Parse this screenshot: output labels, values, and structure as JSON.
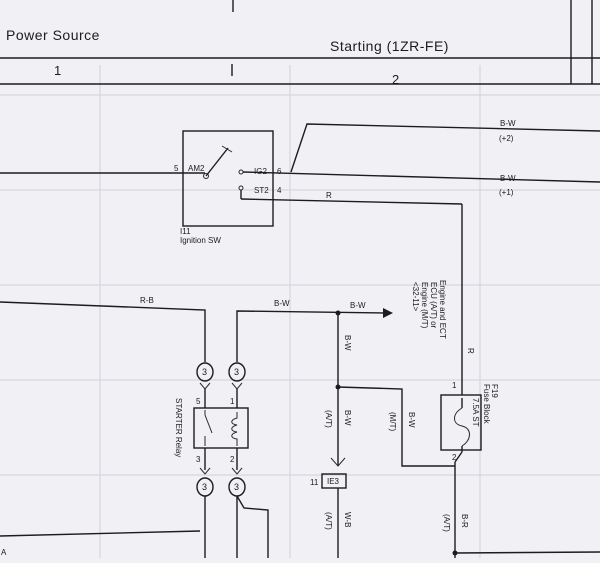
{
  "header": {
    "left_title": "Power Source",
    "right_title": "Starting (1ZR-FE)",
    "col1": "1",
    "col2": "2"
  },
  "ignition_switch": {
    "ref": "I11",
    "name": "Ignition SW",
    "pin_am2": "AM2",
    "pin_ig2": "IG2",
    "pin_st2": "ST2",
    "pin5": "5",
    "pin6": "6",
    "pin4": "4"
  },
  "wires": {
    "bw_plus2": "B-W",
    "plus2": "(+2)",
    "bw_plus1": "B-W",
    "plus1": "(+1)",
    "r_top": "R",
    "rb": "R-B",
    "bw_mid": "B-W",
    "bw_arrow": "B-W",
    "r_vert": "R",
    "bw_vert": "B-W",
    "bw_at": "B-W",
    "at1": "(A/T)",
    "bw_mt": "B-W",
    "mt": "(M/T)",
    "wb": "W-B",
    "at2": "(A/T)",
    "br": "B-R",
    "at3": "(A/T)"
  },
  "ecu_label": {
    "line1": "Engine and ECT",
    "line2": "ECU (A/T) or",
    "line3": "Engine (M/T)",
    "line4": "<32-11>"
  },
  "fuse": {
    "ref": "F19",
    "block": "Fuse Block",
    "rating": "7.5A ST",
    "pin1": "1",
    "pin2": "2"
  },
  "relay": {
    "name": "STARTER Relay",
    "pin5": "5",
    "pin1": "1",
    "pin3": "3",
    "pin2": "2"
  },
  "connectors": {
    "c1": "3",
    "c2": "3",
    "c3": "3",
    "c4": "3"
  },
  "ie3": {
    "pin": "11",
    "label": "IE3"
  },
  "edge_letter": "A"
}
